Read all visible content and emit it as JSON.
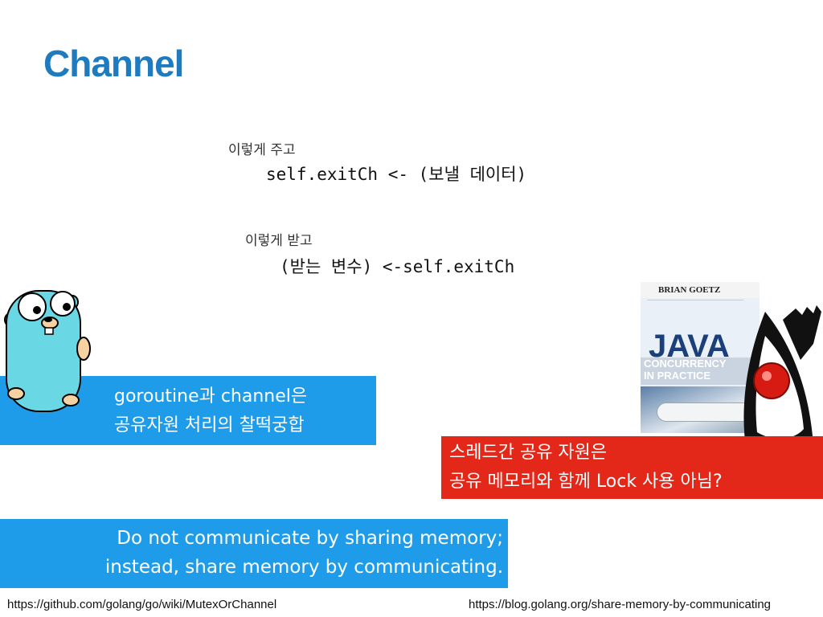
{
  "slide": {
    "title": "Channel",
    "send_note": "이렇게 주고",
    "send_code": "self.exitCh <- (보낼 데이터)",
    "recv_note": "이렇게 받고",
    "recv_code": "(받는 변수) <-self.exitCh",
    "goroutine_banner": "goroutine과 channel은\n공유자원 처리의 찰떡궁합",
    "java_banner": "스레드간 공유 자원은\n공유 메모리와 함께 Lock 사용 아님?",
    "quote": "Do not communicate by sharing memory;\ninstead, share memory by communicating.",
    "link_left": "https://github.com/golang/go/wiki/MutexOrChannel",
    "link_right": "https://blog.golang.org/share-memory-by-communicating"
  },
  "book": {
    "author": "BRIAN GOETZ",
    "title_main": "JAVA",
    "title_sub1": "CONCURRENCY",
    "title_sub2": "IN PRACTICE"
  },
  "colors": {
    "title": "#1f7bc0",
    "blue_banner": "#1e9be9",
    "red_banner": "#e3281a"
  },
  "icons": [
    "go-gopher-icon",
    "java-duke-icon"
  ]
}
